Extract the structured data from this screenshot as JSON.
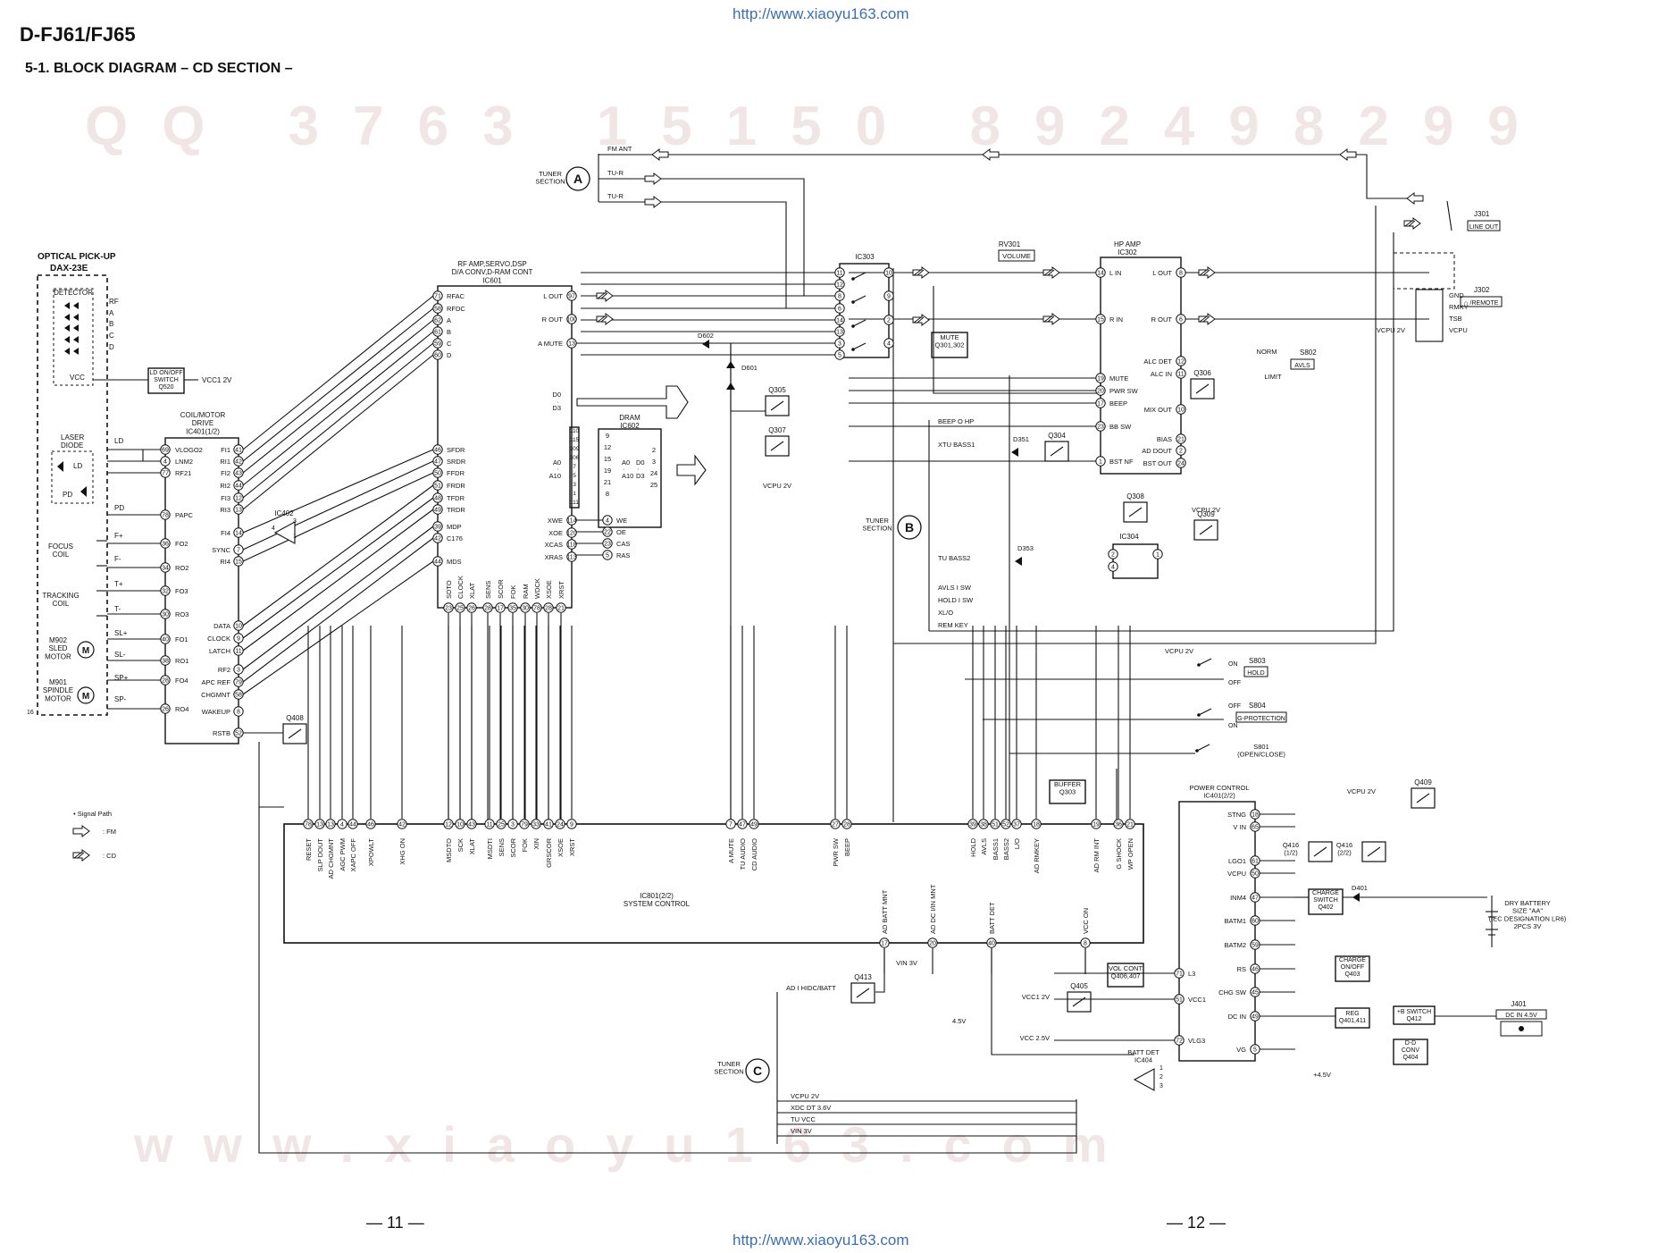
{
  "header": {
    "model": "D-FJ61/FJ65",
    "section_title": "5-1.  BLOCK DIAGRAM – CD SECTION –",
    "url": "http://www.xiaoyu163.com"
  },
  "footer": {
    "page_left": "— 11 —",
    "page_right": "— 12 —",
    "url": "http://www.xiaoyu163.com"
  },
  "watermarks": {
    "top_code": "QQ 3763 15150   892498299",
    "bottom_web": "www.xiaoyu163.com"
  },
  "pickup": {
    "title": "OPTICAL PICK-UP",
    "model": "DAX-23E",
    "detector": "DETECTOR",
    "pins": [
      "RF",
      "A",
      "B",
      "C",
      "D",
      "VCC"
    ],
    "laser_diode": "LASER\nDIODE",
    "ld": "LD",
    "pd": "PD",
    "ld_label": "LD",
    "pd_label": "PD",
    "focus_coil": "FOCUS\nCOIL",
    "tracking_coil": "TRACKING\nCOIL",
    "sled_motor": "M902\nSLED\nMOTOR",
    "spindle_motor": "M901\nSPINDLE\nMOTOR",
    "f_plus": "F+",
    "f_minus": "F-",
    "t_plus": "T+",
    "t_minus": "T-",
    "sl_plus": "SL+",
    "sl_minus": "SL-",
    "sp_plus": "SP+",
    "sp_minus": "SP-",
    "pin16": "16"
  },
  "ld_switch": {
    "label": "LD ON/OFF\nSWITCH\nQ520",
    "vcc": "VCC1 2V"
  },
  "ic401": {
    "title": "COIL/MOTOR\nDRIVE\nIC401(1/2)",
    "left": [
      {
        "pin": "69",
        "name": "VLOGO2"
      },
      {
        "pin": "4",
        "name": "LNM2"
      },
      {
        "pin": "77",
        "name": "RF21"
      },
      {
        "pin": "78",
        "name": "PAPC"
      },
      {
        "pin": "36",
        "name": "FO2"
      },
      {
        "pin": "34",
        "name": "RO2"
      },
      {
        "pin": "32",
        "name": "FO3"
      },
      {
        "pin": "30",
        "name": "RO3"
      },
      {
        "pin": "40",
        "name": "FO1"
      },
      {
        "pin": "38",
        "name": "RO1"
      },
      {
        "pin": "28",
        "name": "FO4"
      },
      {
        "pin": "26",
        "name": "RO4"
      }
    ],
    "right": [
      {
        "pin": "41",
        "name": "FI1"
      },
      {
        "pin": "42",
        "name": "RI1"
      },
      {
        "pin": "43",
        "name": "FI2"
      },
      {
        "pin": "44",
        "name": "RI2"
      },
      {
        "pin": "12",
        "name": "FI3"
      },
      {
        "pin": "13",
        "name": "RI3"
      },
      {
        "pin": "14",
        "name": "FI4"
      },
      {
        "pin": "7",
        "name": "SYNC"
      },
      {
        "pin": "15",
        "name": "RI4"
      },
      {
        "pin": "10",
        "name": "DATA"
      },
      {
        "pin": "9",
        "name": "CLOCK"
      },
      {
        "pin": "11",
        "name": "LATCH"
      },
      {
        "pin": "3",
        "name": "RF2"
      },
      {
        "pin": "79",
        "name": "APC REF"
      },
      {
        "pin": "58",
        "name": "CHGMNT"
      },
      {
        "pin": "8",
        "name": "WAKEUP"
      },
      {
        "pin": "52",
        "name": "RSTB"
      }
    ],
    "ic402": "IC402",
    "ic402_pins": [
      "4",
      "3",
      "1"
    ],
    "q408": "Q408"
  },
  "ic601": {
    "title": "RF AMP,SERVO,DSP\nD/A CONV,D-RAM CONT\nIC601",
    "left": [
      {
        "pin": "71",
        "name": "RFAC"
      },
      {
        "pin": "58",
        "name": "RFDC"
      },
      {
        "pin": "62",
        "name": "A"
      },
      {
        "pin": "61",
        "name": "B"
      },
      {
        "pin": "59",
        "name": "C"
      },
      {
        "pin": "60",
        "name": "D"
      },
      {
        "pin": "46",
        "name": "SFDR"
      },
      {
        "pin": "47",
        "name": "SRDR"
      },
      {
        "pin": "50",
        "name": "FFDR"
      },
      {
        "pin": "51",
        "name": "FRDR"
      },
      {
        "pin": "48",
        "name": "TFDR"
      },
      {
        "pin": "49",
        "name": "TRDR"
      },
      {
        "pin": "39",
        "name": "MDP"
      },
      {
        "pin": "42",
        "name": "C176"
      },
      {
        "pin": "44",
        "name": "MDS"
      }
    ],
    "right": [
      {
        "pin": "97",
        "name": "L OUT"
      },
      {
        "pin": "100",
        "name": "R OUT"
      },
      {
        "pin": "13",
        "name": "A MUTE"
      },
      {
        "pin": "114",
        "name": "XWE"
      },
      {
        "pin": "120",
        "name": "XOE"
      },
      {
        "pin": "118",
        "name": "XCAS"
      },
      {
        "pin": "113",
        "name": "XRAS"
      }
    ],
    "d_bus": [
      "D0",
      "·",
      "D3"
    ],
    "a_bus": [
      "A0",
      "·",
      "A10"
    ],
    "bus_pins": [
      "110",
      "115",
      "109",
      "106",
      "7",
      "5",
      "3",
      "1",
      "111"
    ],
    "bottom": [
      {
        "pin": "23",
        "name": "SDTO"
      },
      {
        "pin": "25",
        "name": "CLOCK"
      },
      {
        "pin": "26",
        "name": "XLAT"
      },
      {
        "pin": "28",
        "name": "SENS"
      },
      {
        "pin": "17",
        "name": "SCOR"
      },
      {
        "pin": "35",
        "name": "FOK"
      },
      {
        "pin": "30",
        "name": "RAM"
      },
      {
        "pin": "78",
        "name": "WDCK"
      },
      {
        "pin": "28",
        "name": "XSOE"
      },
      {
        "pin": "21",
        "name": "XRST"
      }
    ]
  },
  "ic602": {
    "title": "DRAM\nIC602",
    "left": [
      "9",
      "12",
      "15",
      "19",
      "21",
      "8"
    ],
    "right": [
      "2",
      "3",
      "24",
      "25"
    ],
    "bus_a": [
      "A0",
      "·",
      "A10"
    ],
    "bus_d": [
      "D0",
      "·",
      "D3"
    ],
    "ctrl": [
      {
        "pin": "4",
        "name": "WE"
      },
      {
        "pin": "22",
        "name": "OE"
      },
      {
        "pin": "23",
        "name": "CAS"
      },
      {
        "pin": "5",
        "name": "RAS"
      }
    ]
  },
  "mid_parts": {
    "d602": "D602",
    "d601": "D601",
    "q305": "Q305",
    "q307": "Q307",
    "vcpu": "VCPU 2V"
  },
  "ic303": {
    "title": "IC303",
    "left": [
      "11",
      "12",
      "8",
      "6",
      "14",
      "13",
      "3",
      "5"
    ],
    "right": [
      "10",
      "9",
      "2",
      "4"
    ]
  },
  "audio": {
    "rv301": "RV301",
    "volume": "VOLUME",
    "mute": "MUTE\nQ301,302",
    "ic302": "HP AMP\nIC302",
    "ic302_left": [
      {
        "pin": "14",
        "name": "L IN"
      },
      {
        "pin": "15",
        "name": "R IN"
      },
      {
        "pin": "19",
        "name": "MUTE"
      },
      {
        "pin": "20",
        "name": "PWR SW"
      },
      {
        "pin": "17",
        "name": "BEEP"
      },
      {
        "pin": "23",
        "name": "BB SW"
      },
      {
        "pin": "1",
        "name": "BST NF"
      }
    ],
    "ic302_right": [
      {
        "pin": "8",
        "name": "L OUT"
      },
      {
        "pin": "6",
        "name": "R OUT"
      },
      {
        "pin": "12",
        "name": "ALC DET"
      },
      {
        "pin": "11",
        "name": "ALC IN"
      },
      {
        "pin": "10",
        "name": "MIX OUT"
      },
      {
        "pin": "21",
        "name": "BIAS"
      },
      {
        "pin": "2",
        "name": "AD DOUT"
      },
      {
        "pin": "24",
        "name": "BST OUT"
      }
    ],
    "j301": "J301",
    "line_out": "LINE OUT",
    "j302": "J302",
    "remote": "∩ /REMOTE",
    "j302_pins": [
      "GND",
      "RMKY",
      "TSB",
      "VCPU"
    ],
    "vcpu": "VCPU 2V",
    "s802": "S802",
    "avls": "AVLS",
    "norm": "NORM",
    "limit": "LIMIT",
    "q306": "Q306",
    "q304": "Q304",
    "q308": "Q308",
    "q309": "Q309",
    "ic304": "IC304",
    "d351": "D351",
    "d353": "D353",
    "ic304_pins": [
      "2",
      "4",
      "1"
    ],
    "vcpu2": "VCPU 2V"
  },
  "tuner": {
    "label": "TUNER\nSECTION",
    "a": "A",
    "b": "B",
    "c": "C",
    "fm_ant": "FM ANT",
    "tu_r1": "TU-R",
    "tu_r2": "TU-R",
    "beep": "BEEP O HP",
    "xtu": "XTU BASS1",
    "tu_bass2": "TU BASS2",
    "avls": "AVLS I SW",
    "hold": "HOLD I SW",
    "xlo": "XL/O",
    "remkey": "REM KEY",
    "c_lines": [
      "VCPU 2V",
      "XDC DT 3.6V",
      "TU VCC",
      "VIN 3V"
    ],
    "adi": "AD I HIDC/BATT"
  },
  "switches": {
    "vcpu": "VCPU 2V",
    "s803": "S803",
    "hold": "HOLD",
    "on": "ON",
    "off": "OFF",
    "s804": "S804",
    "gprot": "G-PROTECTION",
    "s801": "S801\n(OPEN/CLOSE)",
    "buffer": "BUFFER\nQ303"
  },
  "ic801": {
    "title": "IC801(2/2)\nSYSTEM CONTROL",
    "top": [
      {
        "pin": "78",
        "name": "RESET"
      },
      {
        "pin": "13",
        "name": "SLP DOUT"
      },
      {
        "pin": "13",
        "name": "AD CHGMNT"
      },
      {
        "pin": "4",
        "name": "AGC PWM"
      },
      {
        "pin": "44",
        "name": "XAPC OFF"
      },
      {
        "pin": "46",
        "name": "XPOWLT"
      },
      {
        "pin": "42",
        "name": "XHG ON"
      },
      {
        "pin": "12",
        "name": "MSDTO"
      },
      {
        "pin": "10",
        "name": "SCK"
      },
      {
        "pin": "43",
        "name": "XLAT"
      },
      {
        "pin": "11",
        "name": "MSDTI"
      },
      {
        "pin": "25",
        "name": "SENS"
      },
      {
        "pin": "3",
        "name": "SCOR"
      },
      {
        "pin": "79",
        "name": "FOK"
      },
      {
        "pin": "33",
        "name": "XIN"
      },
      {
        "pin": "41",
        "name": "GRSCOR"
      },
      {
        "pin": "24",
        "name": "XSOE"
      },
      {
        "pin": "9",
        "name": "XRST"
      },
      {
        "pin": "7",
        "name": "A MUTE"
      },
      {
        "pin": "47",
        "name": "TU AUDIO"
      },
      {
        "pin": "49",
        "name": "CD AUDIO"
      },
      {
        "pin": "27",
        "name": "PWR SW"
      },
      {
        "pin": "28",
        "name": "BEEP"
      },
      {
        "pin": "39",
        "name": "HOLD"
      },
      {
        "pin": "38",
        "name": "AVLS"
      },
      {
        "pin": "51",
        "name": "BASS1"
      },
      {
        "pin": "52",
        "name": "BASS2"
      },
      {
        "pin": "37",
        "name": "L/O"
      },
      {
        "pin": "18",
        "name": "AD RMKEY"
      },
      {
        "pin": "19",
        "name": "AD RM INT"
      },
      {
        "pin": "36",
        "name": "G SHOCK"
      },
      {
        "pin": "21",
        "name": "WP OPEN"
      }
    ],
    "bottom": [
      {
        "pin": "17",
        "name": "AD BATT MNT"
      },
      {
        "pin": "20",
        "name": "AD DC I/IN MNT"
      },
      {
        "pin": "40",
        "name": "BATT DET"
      },
      {
        "pin": "8",
        "name": "VCC ON"
      }
    ]
  },
  "legend": {
    "title": "• Signal Path",
    "fm": ": FM",
    "cd": ": CD"
  },
  "power": {
    "q413": "Q413",
    "vin3v": "VIN 3V",
    "v45": "4.5V",
    "q405": "Q405",
    "vcc1": "VCC1 2V",
    "vcc25": "VCC 2.5V",
    "vol_cont": "VOL CONT\nQ406,407",
    "batt_det": "BATT DET\nIC404",
    "ic404_pins": [
      "1",
      "2",
      "3"
    ],
    "ic401b": "POWER CONTROL\nIC401(2/2)",
    "left": [
      {
        "pin": "71",
        "name": "L3"
      },
      {
        "pin": "51",
        "name": "VCC1"
      },
      {
        "pin": "72",
        "name": "VLG3"
      }
    ],
    "right": [
      {
        "pin": "18",
        "name": "STNG"
      },
      {
        "pin": "65",
        "name": "V IN"
      },
      {
        "pin": "61",
        "name": "LGO1"
      },
      {
        "pin": "50",
        "name": "VCPU"
      },
      {
        "pin": "47",
        "name": "INM4"
      },
      {
        "pin": "60",
        "name": "BATM1"
      },
      {
        "pin": "59",
        "name": "BATM2"
      },
      {
        "pin": "46",
        "name": "RS"
      },
      {
        "pin": "45",
        "name": "CHG SW"
      },
      {
        "pin": "49",
        "name": "DC IN"
      },
      {
        "pin": "5",
        "name": "VG"
      }
    ],
    "q409": "Q409",
    "vcpu2": "VCPU 2V",
    "q416a": "Q416\n(1/2)",
    "q416b": "Q416\n(2/2)",
    "charge_sw": "CHARGE\nSWITCH\nQ402",
    "d401": "D401",
    "charge_onoff": "CHARGE\nON/OFF\nQ403",
    "reg": "REG\nQ401,411",
    "bswitch": "+B SWITCH\nQ412",
    "ddconv": "D-D\nCONV\nQ404",
    "plus45": "+4.5V",
    "battery": "DRY BATTERY\nSIZE \"AA\"\n(IEC DESIGNATION LR6)\n2PCS 3V",
    "j401": "J401",
    "dcin": "DC IN 4.5V"
  }
}
